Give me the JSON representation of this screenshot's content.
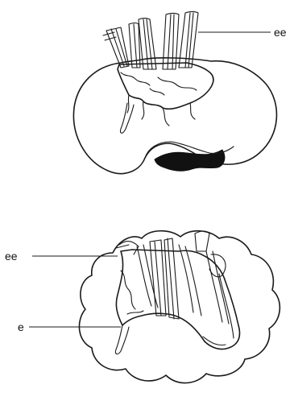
{
  "figure": {
    "top_view": {
      "label": "ee"
    },
    "bottom_view": {
      "label_upper": "ee",
      "label_lower": "e"
    }
  }
}
